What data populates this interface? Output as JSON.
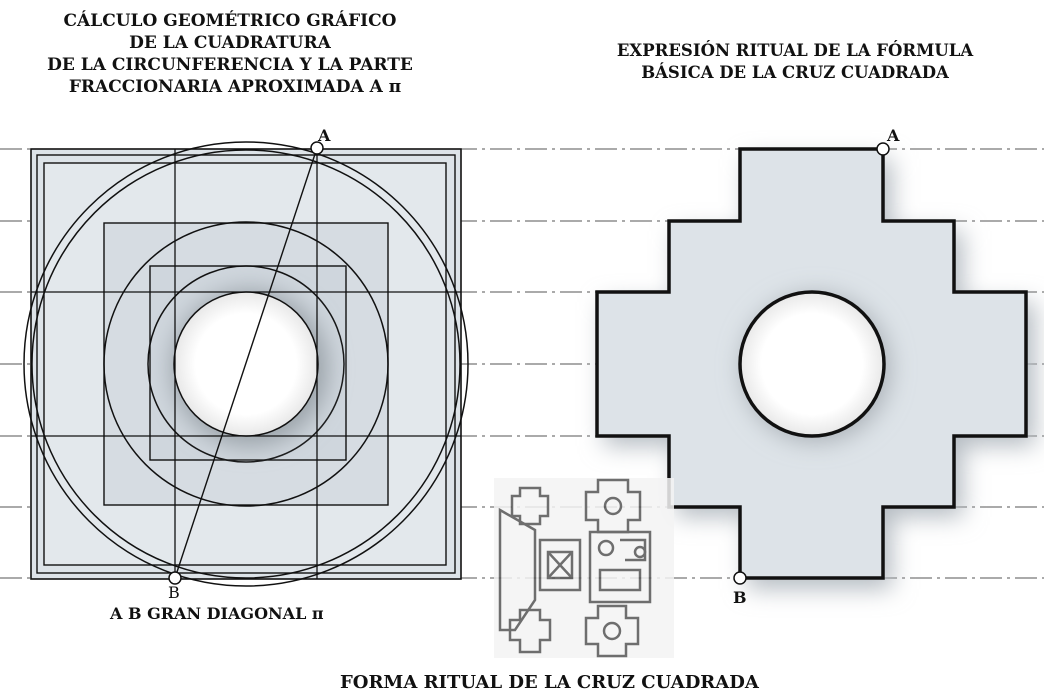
{
  "left_title": {
    "line1": "CÁLCULO GEOMÉTRICO GRÁFICO",
    "line2": "DE LA CUADRATURA",
    "line3": "DE LA CIRCUNFERENCIA Y LA PARTE",
    "line4": "FRACCIONARIA APROXIMADA A π"
  },
  "right_title": {
    "line1": "EXPRESIÓN RITUAL DE LA FÓRMULA",
    "line2": "BÁSICA DE LA CRUZ CUADRADA"
  },
  "left_caption": "A B  GRAN DIAGONAL π",
  "bottom_caption": "FORMA RITUAL DE LA CRUZ CUADRADA",
  "points": {
    "left_a": "A",
    "left_b": "B",
    "right_a": "A",
    "right_b": "B"
  },
  "colors": {
    "fill": "#dde3e8",
    "stroke": "#111111",
    "guide": "#555555"
  }
}
